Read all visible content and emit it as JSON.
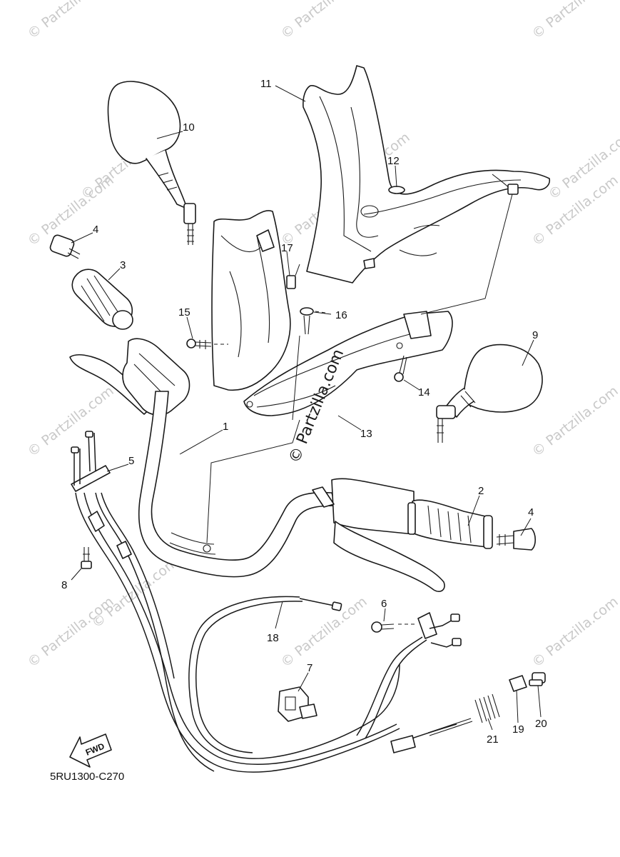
{
  "diagram": {
    "code": "5RU1300-C270",
    "direction_label": "FWD",
    "center_watermark": "© Partzilla.com",
    "watermarks": [
      "© Partzilla.com",
      "© Partzilla.com",
      "© Partzilla.com",
      "© Partzilla.com",
      "© Partzilla.com",
      "© Partzilla.com",
      "© Partzilla.com",
      "© Partzilla.com",
      "© Partzilla.com",
      "© Partzilla.com",
      "© Partzilla.com",
      "© Partzilla.com",
      "© Partzilla.com",
      "© Partzilla.com",
      "© Partzilla.com"
    ],
    "callouts": [
      {
        "id": "1"
      },
      {
        "id": "2"
      },
      {
        "id": "3"
      },
      {
        "id": "4a",
        "label": "4"
      },
      {
        "id": "4b",
        "label": "4"
      },
      {
        "id": "5"
      },
      {
        "id": "6"
      },
      {
        "id": "7"
      },
      {
        "id": "8"
      },
      {
        "id": "9"
      },
      {
        "id": "10"
      },
      {
        "id": "11"
      },
      {
        "id": "12"
      },
      {
        "id": "13"
      },
      {
        "id": "14"
      },
      {
        "id": "15"
      },
      {
        "id": "16"
      },
      {
        "id": "17"
      },
      {
        "id": "18"
      },
      {
        "id": "19"
      },
      {
        "id": "20"
      },
      {
        "id": "21"
      }
    ],
    "callout_labels": {
      "c1": "1",
      "c2": "2",
      "c3": "3",
      "c4a": "4",
      "c4b": "4",
      "c5": "5",
      "c6": "6",
      "c7": "7",
      "c8": "8",
      "c9": "9",
      "c10": "10",
      "c11": "11",
      "c12": "12",
      "c13": "13",
      "c14": "14",
      "c15": "15",
      "c16": "16",
      "c17": "17",
      "c18": "18",
      "c19": "19",
      "c20": "20",
      "c21": "21"
    }
  }
}
